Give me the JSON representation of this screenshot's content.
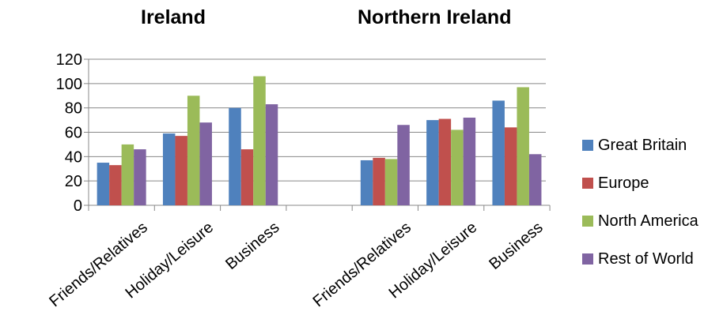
{
  "chart_data": {
    "type": "bar",
    "groups": [
      {
        "title": "Ireland",
        "categories": [
          "Friends/Relatives",
          "Holiday/Leisure",
          "Business"
        ]
      },
      {
        "title": "Northern Ireland",
        "categories": [
          "Friends/Relatives",
          "Holiday/Leisure",
          "Business"
        ]
      }
    ],
    "categories": [
      "Friends/Relatives",
      "Holiday/Leisure",
      "Business",
      "Friends/Relatives",
      "Holiday/Leisure",
      "Business"
    ],
    "series": [
      {
        "name": "Great Britain",
        "color": "#4F81BD",
        "values": [
          35,
          59,
          80,
          37,
          70,
          86
        ]
      },
      {
        "name": "Europe",
        "color": "#C0504D",
        "values": [
          33,
          57,
          46,
          39,
          71,
          64
        ]
      },
      {
        "name": "North America",
        "color": "#9BBB59",
        "values": [
          50,
          90,
          106,
          38,
          62,
          97
        ]
      },
      {
        "name": "Rest of World",
        "color": "#8064A2",
        "values": [
          46,
          68,
          83,
          66,
          72,
          42
        ]
      }
    ],
    "y_ticks": [
      0,
      20,
      40,
      60,
      80,
      100,
      120
    ],
    "ylim": [
      0,
      120
    ],
    "grid": true,
    "legend_position": "right"
  }
}
